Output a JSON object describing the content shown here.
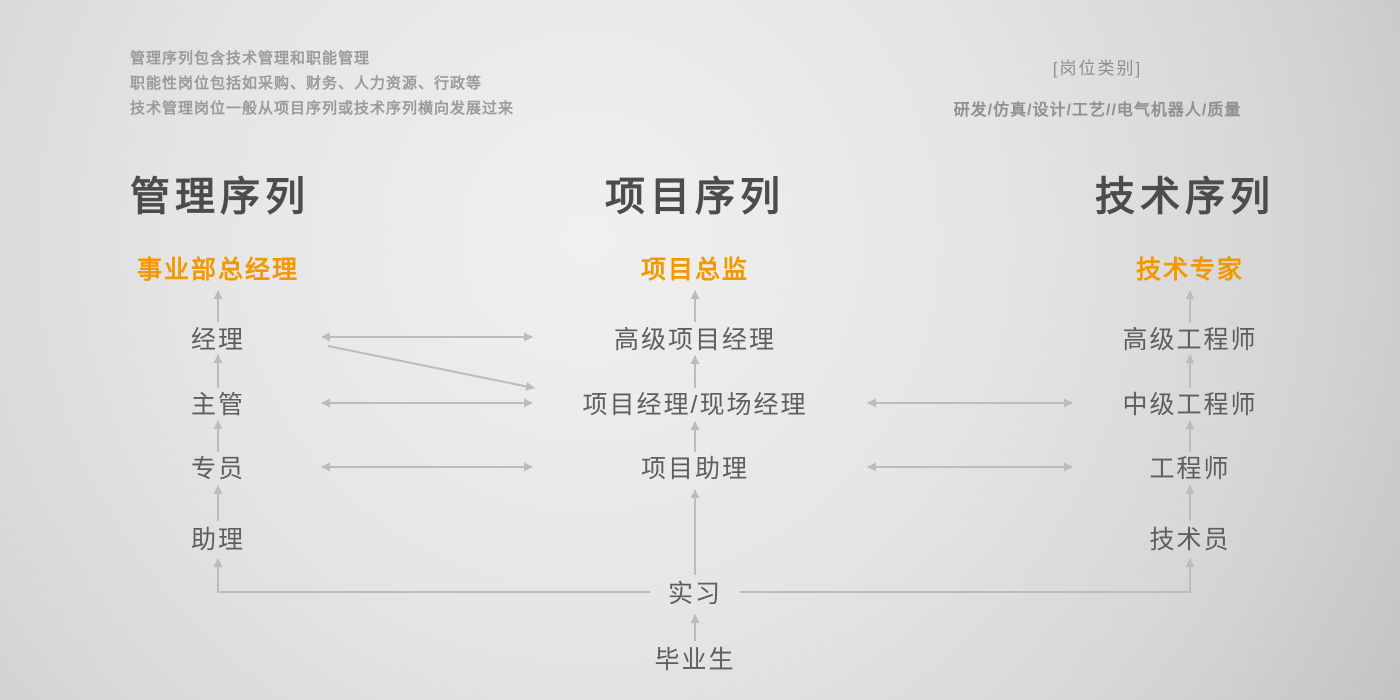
{
  "notes": {
    "lines": [
      "管理序列包含技术管理和职能管理",
      "职能性岗位包括如采购、财务、人力资源、行政等",
      "技术管理岗位一般从项目序列或技术序列横向发展过来"
    ]
  },
  "categories": {
    "title": "[岗位类别]",
    "items": "研发/仿真/设计/工艺//电气机器人/质量"
  },
  "columns": {
    "management": {
      "header": "管理序列",
      "top": "事业部总经理",
      "levels": [
        "经理",
        "主管",
        "专员",
        "助理"
      ]
    },
    "project": {
      "header": "项目序列",
      "top": "项目总监",
      "levels": [
        "高级项目经理",
        "项目经理/现场经理",
        "项目助理"
      ],
      "entry": [
        "实习",
        "毕业生"
      ]
    },
    "technical": {
      "header": "技术序列",
      "top": "技术专家",
      "levels": [
        "高级工程师",
        "中级工程师",
        "工程师",
        "技术员"
      ]
    }
  },
  "colors": {
    "accent": "#F39800",
    "node_text": "#5e5e5e",
    "header_text": "#4c4c4c",
    "arrow": "#bcbcbc"
  }
}
